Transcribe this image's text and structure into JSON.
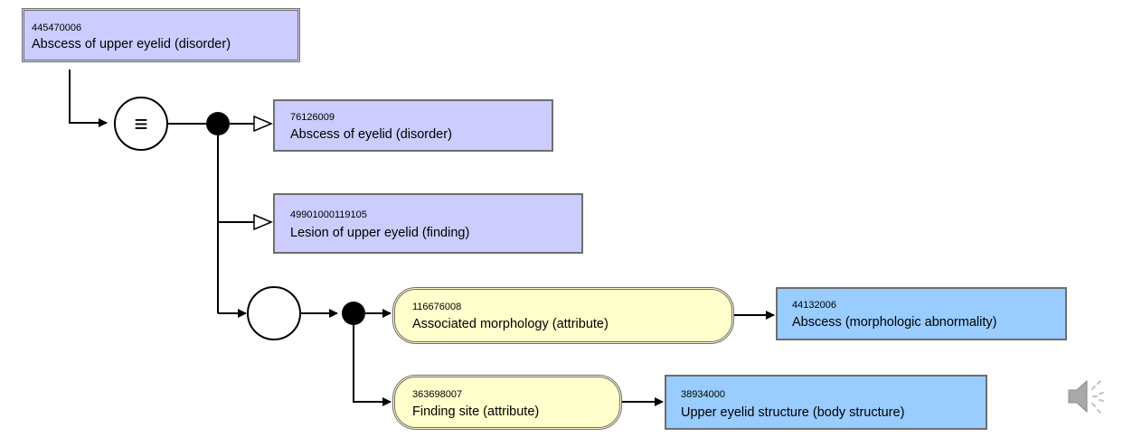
{
  "diagram": {
    "focus": {
      "code": "445470006",
      "label": "Abscess of upper eyelid (disorder)"
    },
    "equivalence_symbol": "≡",
    "parents": [
      {
        "code": "76126009",
        "label": "Abscess of eyelid (disorder)"
      },
      {
        "code": "49901000119105",
        "label": "Lesion of upper eyelid (finding)"
      }
    ],
    "attributes": [
      {
        "attribute": {
          "code": "116676008",
          "label": "Associated morphology (attribute)"
        },
        "value": {
          "code": "44132006",
          "label": "Abscess (morphologic abnormality)"
        }
      },
      {
        "attribute": {
          "code": "363698007",
          "label": "Finding site (attribute)"
        },
        "value": {
          "code": "38934000",
          "label": "Upper eyelid structure (body structure)"
        }
      }
    ],
    "colors": {
      "concept": "#ccccff",
      "value_concept": "#99ccff",
      "attribute": "#ffffcc",
      "border": "#6e6e6e"
    }
  },
  "icons": {
    "speaker": "speaker-icon"
  }
}
